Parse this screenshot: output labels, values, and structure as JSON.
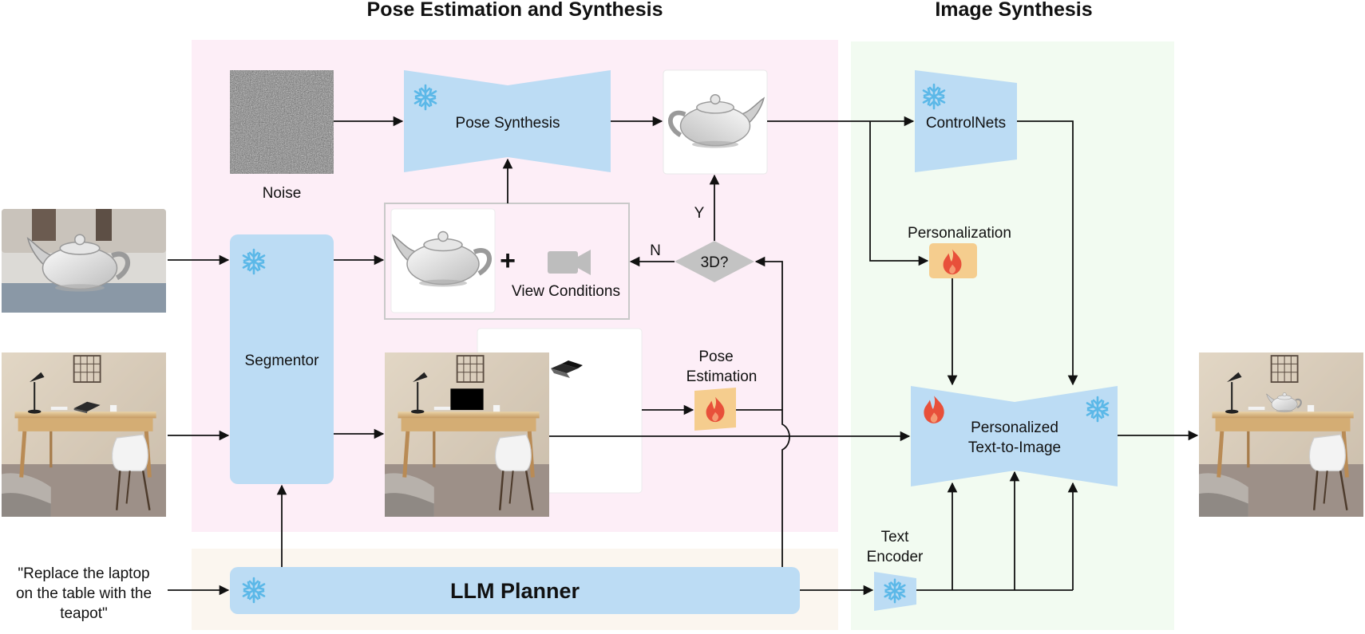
{
  "titles": {
    "left": "Pose Estimation and Synthesis",
    "right": "Image Synthesis"
  },
  "blocks": {
    "noise": "Noise",
    "pose_synthesis": "Pose Synthesis",
    "segmentor": "Segmentor",
    "view_conditions": "View Conditions",
    "plus": "+",
    "decision": "3D?",
    "yes": "Y",
    "no": "N",
    "pose_estimation": [
      "Pose",
      "Estimation"
    ],
    "controlnets": "ControlNets",
    "personalization": "Personalization",
    "personalized_t2i": [
      "Personalized",
      "Text-to-Image"
    ],
    "text_encoder": [
      "Text",
      "Encoder"
    ],
    "llm_planner": "LLM Planner"
  },
  "prompt_lines": [
    "\"Replace the laptop",
    "on the table with the",
    "teapot\""
  ],
  "icons": {
    "frozen": "snowflake-icon",
    "trainable": "flame-icon",
    "camera": "camera-icon"
  },
  "colors": {
    "pink_panel": "#fdeef7",
    "green_panel": "#f2fbf1",
    "beige_panel": "#fbf6ef",
    "blue_block": "#bcdcf4",
    "gray_diamond": "#c3c3c3",
    "fire_bg": "#f5cd8e",
    "snowflake": "#5bb8e8",
    "flame": "#e8503a"
  }
}
